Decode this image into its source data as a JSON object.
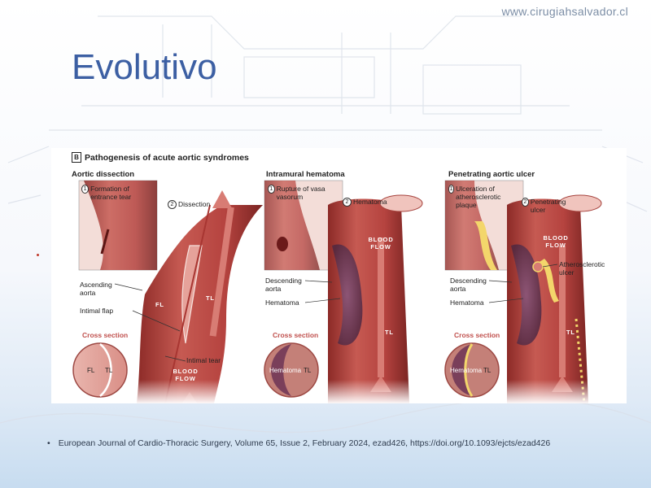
{
  "header": {
    "site": "www.cirugiahsalvador.cl",
    "title": "Evolutivo"
  },
  "figure": {
    "badge": "B",
    "title": "Pathogenesis of acute aortic syndromes",
    "panels": [
      {
        "title": "Aortic dissection",
        "step1_num": "1",
        "step1": "Formation of entrance tear",
        "step2_num": "2",
        "step2": "Dissection",
        "labels": {
          "ascending": "Ascending aorta",
          "flap": "Intimal flap",
          "tear": "Intimal tear",
          "fl": "FL",
          "tl": "TL",
          "flow": "BLOOD FLOW"
        },
        "cross_section": "Cross section",
        "cs_left": "FL",
        "cs_right": "TL"
      },
      {
        "title": "Intramural hematoma",
        "step1_num": "1",
        "step1": "Rupture of vasa vasorum",
        "step2_num": "2",
        "step2": "Hematoma",
        "labels": {
          "descending": "Descending aorta",
          "hematoma": "Hematoma",
          "flow": "BLOOD FLOW",
          "tl": "TL"
        },
        "cross_section": "Cross section",
        "cs_left": "Hematoma",
        "cs_right": "TL"
      },
      {
        "title": "Penetrating aortic ulcer",
        "step1_num": "1",
        "step1": "Ulceration of atherosclerotic plaque",
        "step2_num": "2",
        "step2": "Penetrating ulcer",
        "labels": {
          "descending": "Descending aorta",
          "hematoma": "Hematoma",
          "ulcer": "Atherosclerotic ulcer",
          "flow": "BLOOD FLOW",
          "tl": "TL"
        },
        "cross_section": "Cross section",
        "cs_left": "Hematoma",
        "cs_right": "TL"
      }
    ]
  },
  "citation": {
    "bullet": "•",
    "text": "European Journal of Cardio-Thoracic Surgery, Volume 65, Issue 2, February 2024, ezad426, https://doi.org/10.1093/ejcts/ezad426"
  },
  "colors": {
    "title": "#3c5fa3",
    "vessel": "#b5433f",
    "vessel_dark": "#8c2a27",
    "hematoma": "#7a3f5a",
    "plaque": "#f3d66b",
    "cross_section_label": "#c0504d"
  }
}
